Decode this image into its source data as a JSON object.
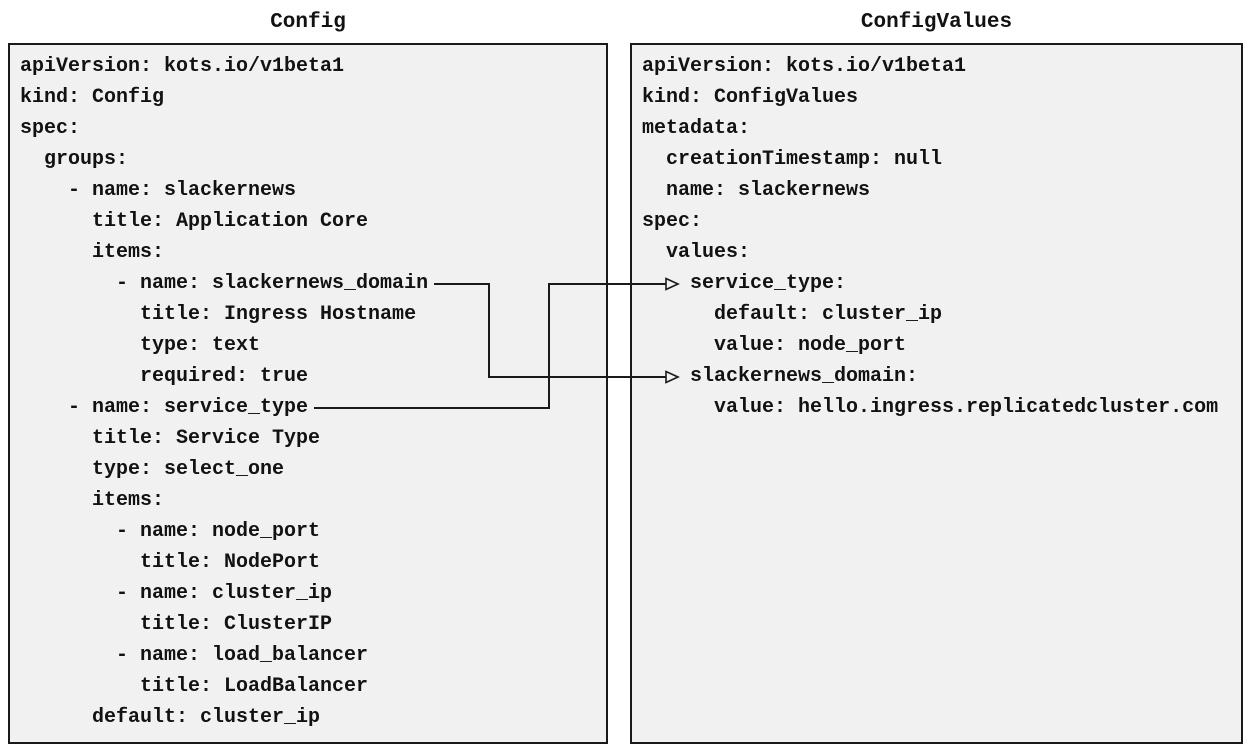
{
  "diagram": {
    "panels": [
      {
        "id": "config",
        "title": "Config",
        "lines": [
          "apiVersion: kots.io/v1beta1",
          "kind: Config",
          "spec:",
          "  groups:",
          "    - name: slackernews",
          "      title: Application Core",
          "      items:",
          "        - name: slackernews_domain",
          "          title: Ingress Hostname",
          "          type: text",
          "          required: true",
          "    - name: service_type",
          "      title: Service Type",
          "      type: select_one",
          "      items:",
          "        - name: node_port",
          "          title: NodePort",
          "        - name: cluster_ip",
          "          title: ClusterIP",
          "        - name: load_balancer",
          "          title: LoadBalancer",
          "      default: cluster_ip"
        ]
      },
      {
        "id": "configvalues",
        "title": "ConfigValues",
        "lines": [
          "apiVersion: kots.io/v1beta1",
          "kind: ConfigValues",
          "metadata:",
          "  creationTimestamp: null",
          "  name: slackernews",
          "spec:",
          "  values:",
          "    service_type:",
          "      default: cluster_ip",
          "      value: node_port",
          "    slackernews_domain:",
          "      value: hello.ingress.replicatedcluster.com"
        ]
      }
    ],
    "connections": [
      {
        "from": "Config item name: slackernews_domain",
        "to": "ConfigValues key: slackernews_domain"
      },
      {
        "from": "Config item name: service_type",
        "to": "ConfigValues key: service_type"
      }
    ],
    "colors": {
      "page_background": "#ffffff",
      "panel_background": "#f1f1f2",
      "panel_border": "#1a1a1a",
      "text": "#121212",
      "connector": "#1a1a1a"
    }
  }
}
